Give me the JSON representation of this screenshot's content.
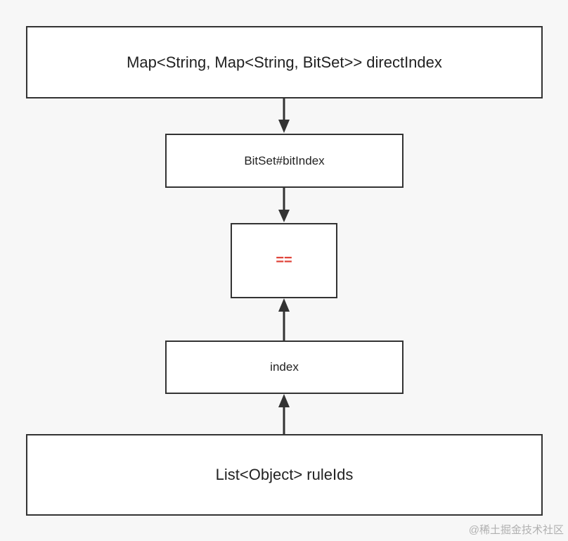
{
  "diagram": {
    "nodes": {
      "direct_index": "Map<String, Map<String, BitSet>> directIndex",
      "bit_index": "BitSet#bitIndex",
      "equals": "==",
      "index": "index",
      "rule_ids": "List<Object> ruleIds"
    },
    "colors": {
      "border": "#333333",
      "arrow": "#333333",
      "equals_text": "#e0463c",
      "background": "#f7f7f7"
    }
  },
  "watermark": "@稀土掘金技术社区"
}
